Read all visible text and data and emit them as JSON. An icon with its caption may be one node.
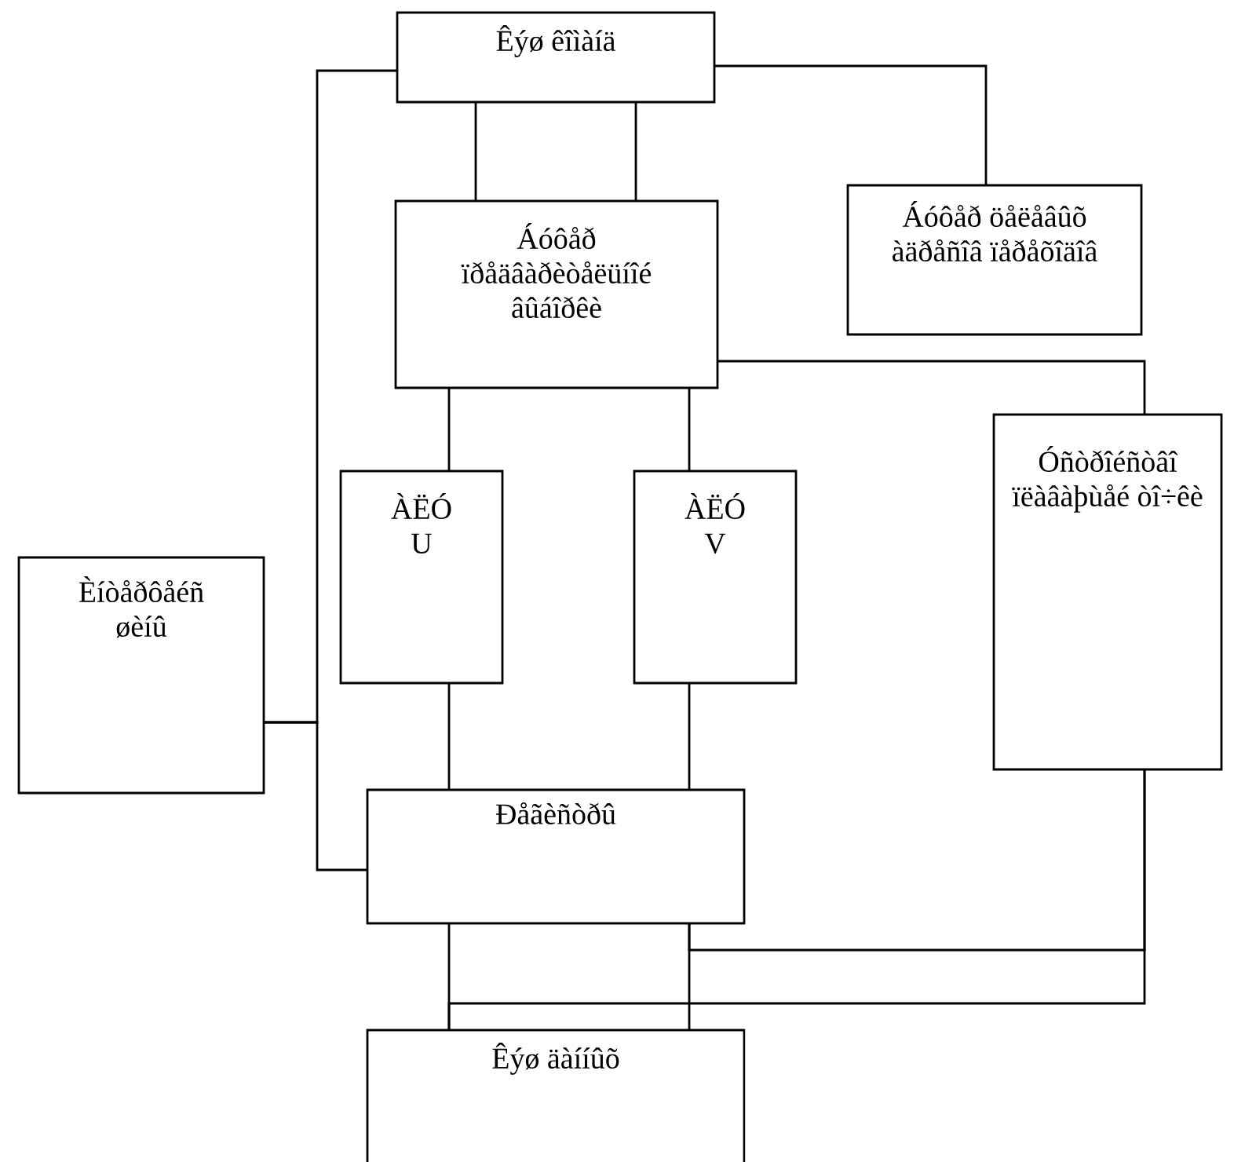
{
  "diagram": {
    "nodes": [
      {
        "text": [
          "Êýø êîìàíä"
        ]
      },
      {
        "text": [
          "Áóôåð ïðåäâàðèòåëüíîé âûáîðêè"
        ]
      },
      {
        "text": [
          "Áóôåð öåëåâûõ àäðåñîâ ïåðåõîäîâ"
        ]
      },
      {
        "text": [
          "Èíòåðôåéñ øèíû"
        ]
      },
      {
        "text": [
          "ÀËÓ U"
        ]
      },
      {
        "text": [
          "ÀËÓ V"
        ]
      },
      {
        "text": [
          "Óñòðîéñòâî ïëàâàþùåé òî÷êè"
        ]
      },
      {
        "text": [
          "Ðåãèñòðû"
        ]
      },
      {
        "text": [
          "Êýø äàííûõ"
        ]
      }
    ],
    "edges": [
      {
        "from": 3,
        "to": 0,
        "arrow": "none"
      },
      {
        "from": 3,
        "to": 7,
        "arrow": "none"
      },
      {
        "from": 0,
        "to": 1,
        "arrow": "none"
      },
      {
        "from": 0,
        "to": 1,
        "arrow": "none"
      },
      {
        "from": 0,
        "to": 2,
        "arrow": "none"
      },
      {
        "from": 1,
        "to": 4,
        "arrow": "none"
      },
      {
        "from": 1,
        "to": 5,
        "arrow": "none"
      },
      {
        "from": 1,
        "to": 6,
        "arrow": "none"
      },
      {
        "from": 4,
        "to": 7,
        "arrow": "none"
      },
      {
        "from": 5,
        "to": 7,
        "arrow": "none"
      },
      {
        "from": 7,
        "to": 8,
        "arrow": "none"
      },
      {
        "from": 7,
        "to": 8,
        "arrow": "none"
      },
      {
        "from": 6,
        "to": 7,
        "arrow": "none"
      },
      {
        "from": 6,
        "to": 8,
        "arrow": "none"
      }
    ]
  }
}
